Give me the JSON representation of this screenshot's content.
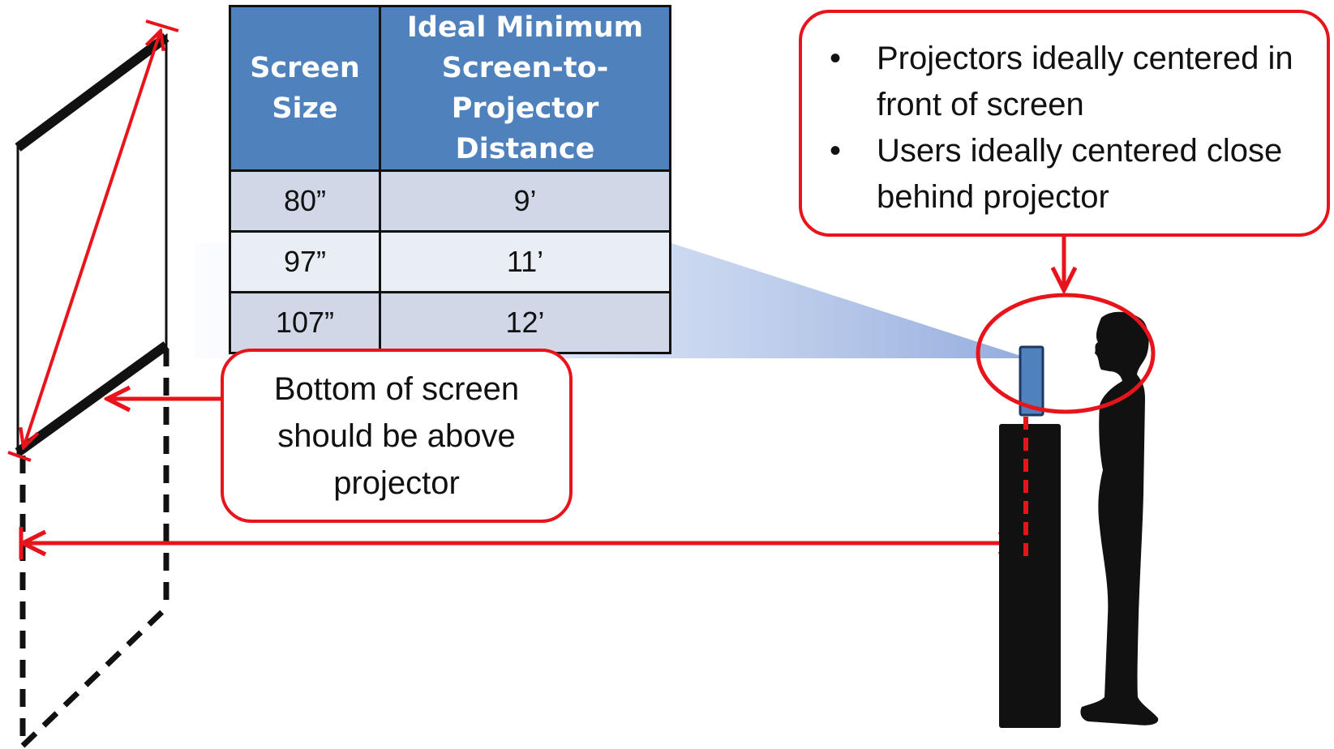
{
  "table": {
    "headers": [
      "Screen Size",
      "Ideal Minimum Screen-to-Projector Distance"
    ],
    "rows": [
      [
        "80”",
        "9’"
      ],
      [
        "97”",
        "11’"
      ],
      [
        "107”",
        "12’"
      ]
    ]
  },
  "callouts": {
    "screen_bottom": "Bottom of screen should be above projector",
    "tips": [
      "Projectors ideally centered in front of screen",
      "Users ideally centered close behind projector"
    ]
  },
  "colors": {
    "accent_red": "#e8141c",
    "header_blue": "#4f81bd",
    "row_odd": "#d0d8e8",
    "row_even": "#e9edf4",
    "projector_blue": "#4f81bd",
    "silhouette": "#111111"
  },
  "icons": [
    "projection-screen",
    "projector",
    "projector-stand",
    "person-silhouette",
    "projection-beam"
  ]
}
